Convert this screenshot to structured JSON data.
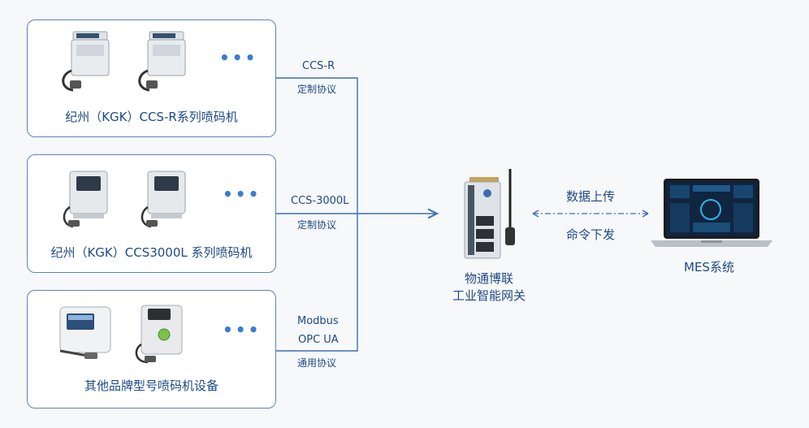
{
  "cards": [
    {
      "title": "纪州（KGK）CCS-R系列喷码机",
      "dots": "•••"
    },
    {
      "title": "纪州（KGK）CCS3000L 系列喷码机",
      "dots": "•••"
    },
    {
      "title": "其他品牌型号喷码机设备",
      "dots": "•••"
    }
  ],
  "links": [
    {
      "protocol": "CCS-R",
      "note": "定制协议"
    },
    {
      "protocol": "CCS-3000L",
      "note": "定制协议"
    },
    {
      "protocol_line1": "Modbus",
      "protocol_line2": "OPC UA",
      "note": "通用协议"
    }
  ],
  "gateway": {
    "line1": "物通博联",
    "line2": "工业智能网关"
  },
  "mes": {
    "label": "MES系统",
    "upload": "数据上传",
    "command": "命令下发"
  },
  "colors": {
    "accent": "#3a6fb5",
    "border": "#5b86b8",
    "text": "#1d4a86"
  }
}
